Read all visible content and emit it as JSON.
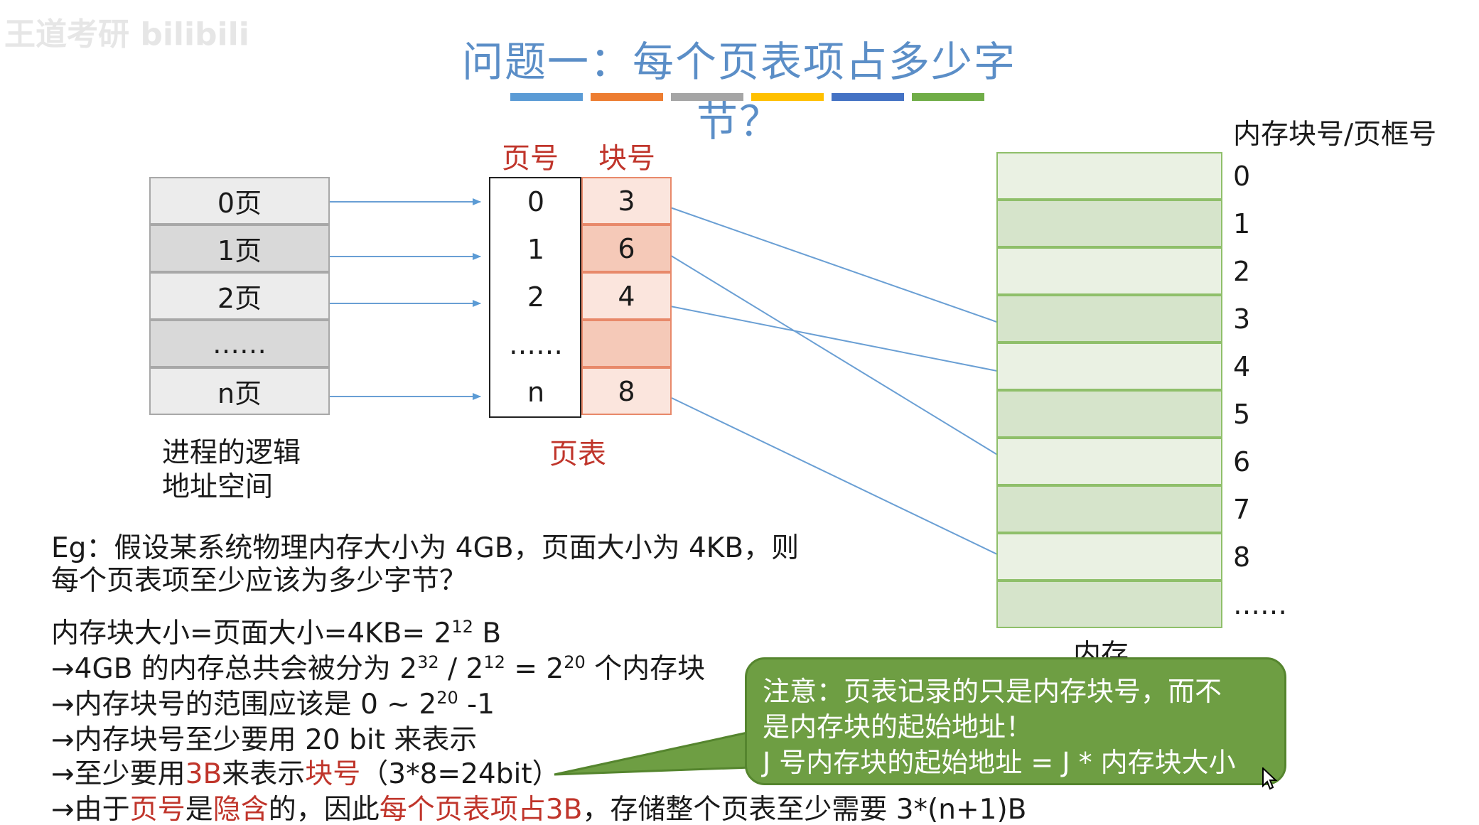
{
  "watermark": {
    "text": "王道考研 bilibili"
  },
  "title": "问题一：每个页表项占多少字节？",
  "title_bars": [
    "#5b9bd5",
    "#ed7d31",
    "#a5a5a5",
    "#ffc000",
    "#4472c4",
    "#70ad47"
  ],
  "logical": {
    "rows": [
      "0页",
      "1页",
      "2页",
      "……",
      "n页"
    ],
    "caption_1": "进程的逻辑",
    "caption_2": "地址空间"
  },
  "page_table": {
    "head_page": "页号",
    "head_block": "块号",
    "page_nums": [
      "0",
      "1",
      "2",
      "……",
      "n"
    ],
    "block_nums": [
      "3",
      "6",
      "4",
      "",
      "8"
    ],
    "caption": "页表"
  },
  "memory": {
    "heading": "内存块号/页框号",
    "nums": [
      "0",
      "1",
      "2",
      "3",
      "4",
      "5",
      "6",
      "7",
      "8",
      "……"
    ],
    "caption": "内存"
  },
  "example": {
    "line1": "Eg：假设某系统物理内存大小为 4GB，页面大小为 4KB，则",
    "line2": "每个页表项至少应该为多少字节？",
    "calc1_a": "内存块大小=页面大小=4KB= 2",
    "calc1_sup": "12",
    "calc1_b": " B",
    "calc2_a": "→4GB 的内存总共会被分为 2",
    "calc2_sup1": "32",
    "calc2_b": " / 2",
    "calc2_sup2": "12",
    "calc2_c": " = 2",
    "calc2_sup3": "20",
    "calc2_d": " 个内存块",
    "calc3_a": "→内存块号的范围应该是 0 ~ 2",
    "calc3_sup": "20",
    "calc3_b": " -1",
    "calc4": "→内存块号至少要用 20 bit 来表示",
    "calc5_a": "→至少要用",
    "calc5_red1": "3B",
    "calc5_b": "来表示",
    "calc5_red2": "块号",
    "calc5_c": "（3*8=24bit）",
    "calc6_a": "→由于",
    "calc6_red1": "页号",
    "calc6_b": "是",
    "calc6_red2": "隐含",
    "calc6_c": "的，因此",
    "calc6_red3": "每个页表项占3B",
    "calc6_d": "，存储整个页表至少需要 3*(n+1)B"
  },
  "note": {
    "line1": "注意：页表记录的只是内存块号，而不",
    "line2": "是内存块的起始地址！",
    "line3": "J 号内存块的起始地址 = J * 内存块大小"
  }
}
